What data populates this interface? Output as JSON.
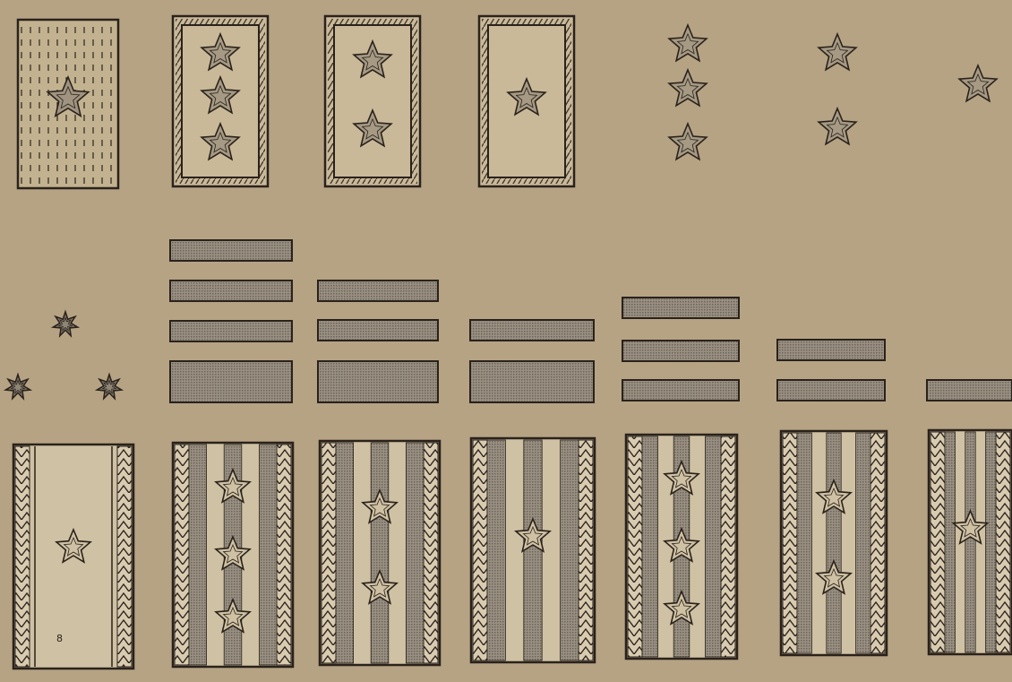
{
  "plate": {
    "background": "#b5a384",
    "ink": "#2a221b",
    "gray_fill": "#8b8378",
    "light_fill": "#cfc1a3"
  },
  "top_row": [
    {
      "kind": "hatched-board",
      "stars": 1
    },
    {
      "kind": "framed-board",
      "stars": 3
    },
    {
      "kind": "framed-board",
      "stars": 2
    },
    {
      "kind": "framed-board",
      "stars": 1
    },
    {
      "kind": "loose-stars",
      "stars": 3
    },
    {
      "kind": "loose-stars",
      "stars": 2
    },
    {
      "kind": "loose-stars",
      "stars": 1
    }
  ],
  "sleeve_stripes": [
    {
      "narrow": 3,
      "wide": 1
    },
    {
      "narrow": 2,
      "wide": 1
    },
    {
      "narrow": 1,
      "wide": 1
    },
    {
      "narrow": 3,
      "wide": 0
    },
    {
      "narrow": 2,
      "wide": 0
    },
    {
      "narrow": 1,
      "wide": 0
    }
  ],
  "bottom_row": [
    {
      "kind": "plain-board",
      "stars": 1,
      "marking": "8"
    },
    {
      "kind": "striped-board",
      "stars": 3
    },
    {
      "kind": "striped-board",
      "stars": 2
    },
    {
      "kind": "striped-board",
      "stars": 1
    },
    {
      "kind": "striped-board",
      "stars": 3
    },
    {
      "kind": "striped-board",
      "stars": 2
    },
    {
      "kind": "striped-board",
      "stars": 1
    }
  ],
  "small_stars_count": 3
}
